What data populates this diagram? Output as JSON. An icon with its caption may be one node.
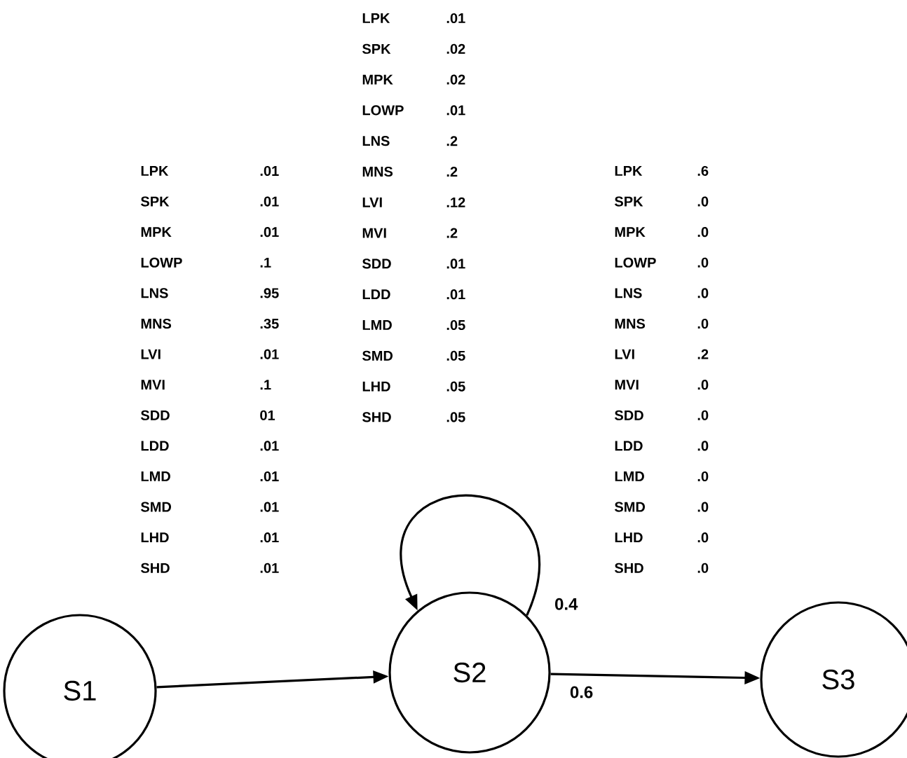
{
  "diagram": {
    "nodes": [
      {
        "text": [
          "S1"
        ]
      },
      {
        "text": [
          "S2"
        ]
      },
      {
        "text": [
          "S3"
        ]
      }
    ],
    "edges": [
      {
        "from": 0,
        "to": 1,
        "arrow": "to"
      },
      {
        "from": 1,
        "to": 1,
        "arrow": "to",
        "label": "0.4"
      },
      {
        "from": 1,
        "to": 2,
        "arrow": "to",
        "label": "0.6"
      }
    ],
    "labels": [
      "LPK",
      ".01",
      "SPK",
      ".01",
      "MPK",
      ".01",
      "LOWP",
      ".1",
      "LNS",
      ".95",
      "MNS",
      ".35",
      "LVI",
      ".01",
      "MVI",
      ".1",
      "SDD",
      "01",
      "LDD",
      ".01",
      "LMD",
      ".01",
      "SMD",
      ".01",
      "LHD",
      ".01",
      "SHD",
      ".01",
      "LPK",
      ".01",
      "SPK",
      ".02",
      "MPK",
      ".02",
      "LOWP",
      ".01",
      "LNS",
      ".2",
      "MNS",
      ".2",
      "LVI",
      ".12",
      "MVI",
      ".2",
      "SDD",
      ".01",
      "LDD",
      ".01",
      "LMD",
      ".05",
      "SMD",
      ".05",
      "LHD",
      ".05",
      "SHD",
      ".05",
      "LPK",
      ".6",
      "SPK",
      ".0",
      "MPK",
      ".0",
      "LOWP",
      ".0",
      "LNS",
      ".0",
      "MNS",
      ".0",
      "LVI",
      ".2",
      "MVI",
      ".0",
      "SDD",
      ".0",
      "LDD",
      ".0",
      "LMD",
      ".0",
      "SMD",
      ".0",
      "LHD",
      ".0",
      "SHD",
      ".0"
    ]
  }
}
